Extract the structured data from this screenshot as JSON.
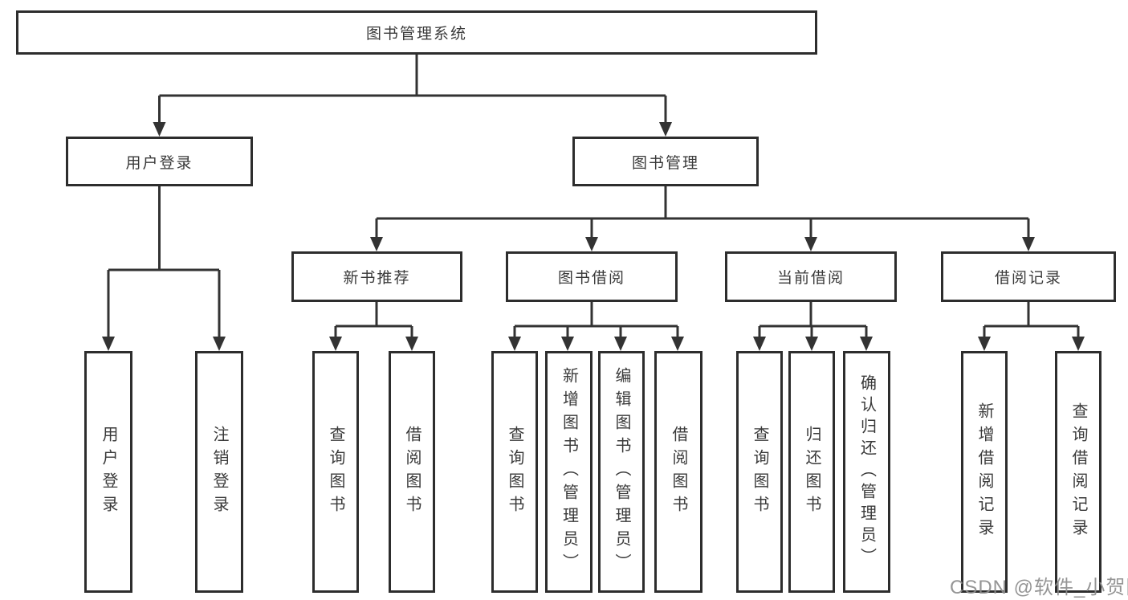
{
  "nodes": {
    "root": "图书管理系统",
    "user_login": "用户登录",
    "book_mgmt": "图书管理",
    "new_book_rec": "新书推荐",
    "book_borrow": "图书借阅",
    "current_borrow": "当前借阅",
    "borrow_record": "借阅记录"
  },
  "leaves": {
    "user_login": [
      "用户登录",
      "注销登录"
    ],
    "new_book_rec": [
      "查询图书",
      "借阅图书"
    ],
    "book_borrow": [
      "查询图书",
      "新增图书（管理员）",
      "编辑图书（管理员）",
      "借阅图书"
    ],
    "current_borrow": [
      "查询图书",
      "归还图书",
      "确认归还（管理员）"
    ],
    "borrow_record": [
      "新增借阅记录",
      "查询借阅记录"
    ]
  },
  "watermark": "CSDN @软件_小贺同学",
  "colors": {
    "line": "#333333",
    "border": "#2d2d2d",
    "text": "#3a3a3a",
    "background": "#ffffff",
    "watermark": "#8d8d8d"
  }
}
